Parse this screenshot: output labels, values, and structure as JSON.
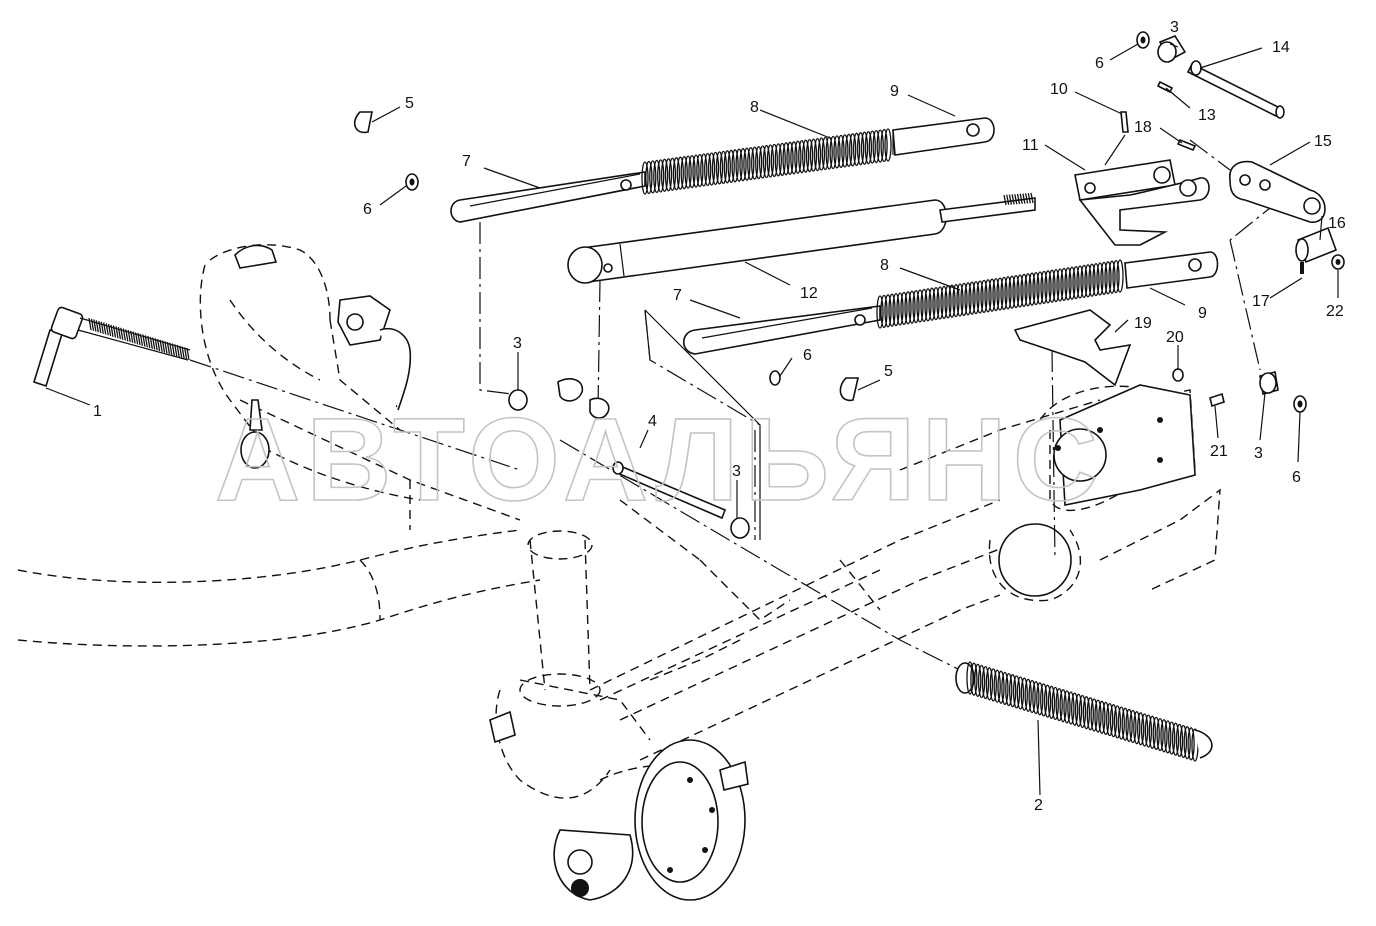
{
  "watermark": "АВТОАЛЬЯНС",
  "callouts": [
    {
      "id": "1",
      "text": "1"
    },
    {
      "id": "2",
      "text": "2"
    },
    {
      "id": "3a",
      "text": "3"
    },
    {
      "id": "3b",
      "text": "3"
    },
    {
      "id": "3c",
      "text": "3"
    },
    {
      "id": "3d",
      "text": "3"
    },
    {
      "id": "4",
      "text": "4"
    },
    {
      "id": "5a",
      "text": "5"
    },
    {
      "id": "5b",
      "text": "5"
    },
    {
      "id": "6a",
      "text": "6"
    },
    {
      "id": "6b",
      "text": "6"
    },
    {
      "id": "6c",
      "text": "6"
    },
    {
      "id": "6d",
      "text": "6"
    },
    {
      "id": "7a",
      "text": "7"
    },
    {
      "id": "7b",
      "text": "7"
    },
    {
      "id": "8a",
      "text": "8"
    },
    {
      "id": "8b",
      "text": "8"
    },
    {
      "id": "9a",
      "text": "9"
    },
    {
      "id": "9b",
      "text": "9"
    },
    {
      "id": "10",
      "text": "10"
    },
    {
      "id": "11",
      "text": "11"
    },
    {
      "id": "12",
      "text": "12"
    },
    {
      "id": "13",
      "text": "13"
    },
    {
      "id": "14",
      "text": "14"
    },
    {
      "id": "15",
      "text": "15"
    },
    {
      "id": "16",
      "text": "16"
    },
    {
      "id": "17",
      "text": "17"
    },
    {
      "id": "18",
      "text": "18"
    },
    {
      "id": "19",
      "text": "19"
    },
    {
      "id": "20",
      "text": "20"
    },
    {
      "id": "21",
      "text": "21"
    },
    {
      "id": "22",
      "text": "22"
    }
  ]
}
